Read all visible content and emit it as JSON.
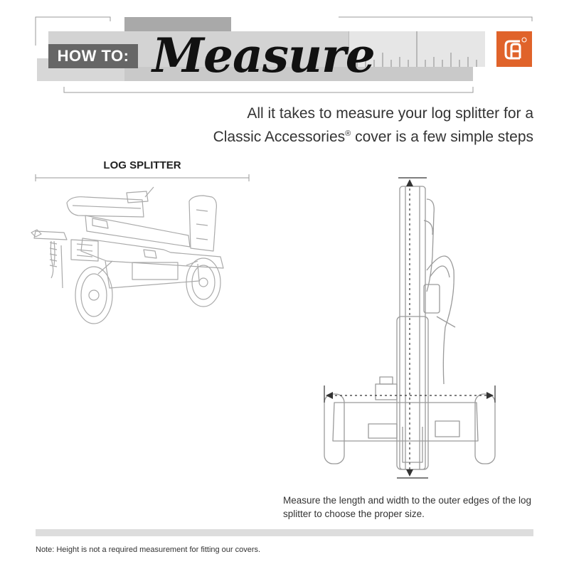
{
  "header": {
    "howto_label": "HOW TO:",
    "title": "Measure",
    "logo_icon": "ca-brand-logo-icon",
    "accent_color": "#e0632a"
  },
  "intro": {
    "line1": "All it takes to measure your log splitter for a",
    "line2_prefix": "Classic Accessories",
    "line2_reg": "®",
    "line2_suffix": " cover is a few simple steps"
  },
  "product_label": "LOG SPLITTER",
  "caption": "Measure the length and width to the outer edges of the log splitter to choose the proper size.",
  "note": "Note: Height is not a required measurement for fitting our covers."
}
